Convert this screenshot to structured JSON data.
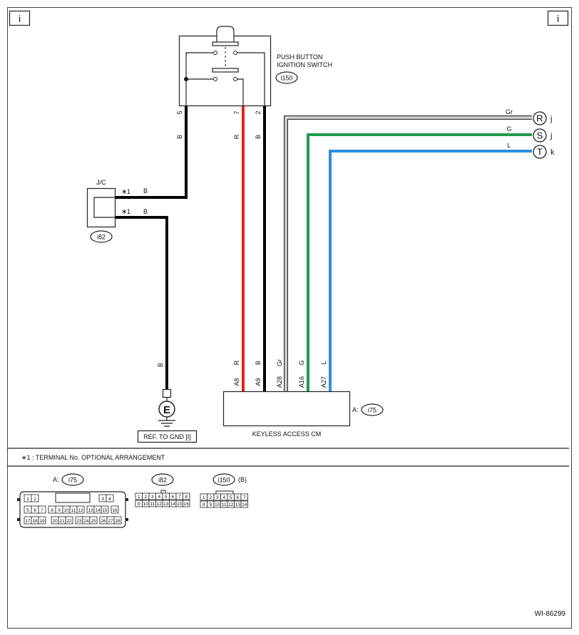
{
  "corner_tags": {
    "left": "i",
    "right": "i"
  },
  "switch": {
    "title_line1": "PUSH BUTTON",
    "title_line2": "IGNITION SWITCH",
    "connector": "i150",
    "pins": {
      "p5": "5",
      "p7": "7",
      "p2": "2"
    }
  },
  "junction": {
    "label": "J/C",
    "connector": "i82",
    "star_note": "∗",
    "star1": "1",
    "star2": "1",
    "wire1_color": "B",
    "wire2_color": "B"
  },
  "ground": {
    "symbol": "E",
    "ref": "REF. TO GND [I]",
    "wire_color": "B"
  },
  "wires": {
    "upper": {
      "w5": "B",
      "w7": "R",
      "w2": "B"
    },
    "lower": {
      "r": "R",
      "b": "B",
      "gr": "Gr",
      "g": "G",
      "l": "L"
    },
    "right": {
      "gr": "Gr",
      "g": "G",
      "l": "L"
    }
  },
  "offpage": [
    {
      "letter": "R",
      "ref": "j"
    },
    {
      "letter": "S",
      "ref": "j"
    },
    {
      "letter": "T",
      "ref": "k"
    }
  ],
  "cm": {
    "name": "KEYLESS ACCESS CM",
    "connector_prefix": "A:",
    "connector": "i75",
    "pins": {
      "a8": "A8",
      "a9": "A9",
      "a28": "A28",
      "a16": "A16",
      "a27": "A27"
    }
  },
  "footnote": "∗1 : TERMINAL No. OPTIONAL ARRANGEMENT",
  "connectors": {
    "i75": {
      "prefix": "A:",
      "id": "i75",
      "row1": [
        "1",
        "2",
        "3",
        "4"
      ],
      "row2": [
        "5",
        "6",
        "7",
        "8",
        "9",
        "10",
        "11",
        "12",
        "13",
        "14",
        "15",
        "16"
      ],
      "row3": [
        "17",
        "18",
        "19",
        "20",
        "21",
        "22",
        "23",
        "24",
        "25",
        "26",
        "27",
        "28"
      ]
    },
    "i82": {
      "id": "i82",
      "top": [
        "1",
        "2",
        "3",
        "4",
        "5",
        "6",
        "7",
        "8"
      ],
      "bottom": [
        "9",
        "10",
        "11",
        "12",
        "13",
        "14",
        "15",
        "16"
      ]
    },
    "i150": {
      "id": "i150",
      "suffix": "(B)",
      "top": [
        "1",
        "2",
        "3",
        "4",
        "5",
        "6",
        "7"
      ],
      "bottom": [
        "8",
        "9",
        "10",
        "11",
        "12",
        "13",
        "14"
      ]
    }
  },
  "doc_id": "WI-86299",
  "colors": {
    "red": "#e8201a",
    "green": "#1f9a4a",
    "blue": "#2a8fe0",
    "gray": "#b8b8b8",
    "black": "#000000"
  }
}
